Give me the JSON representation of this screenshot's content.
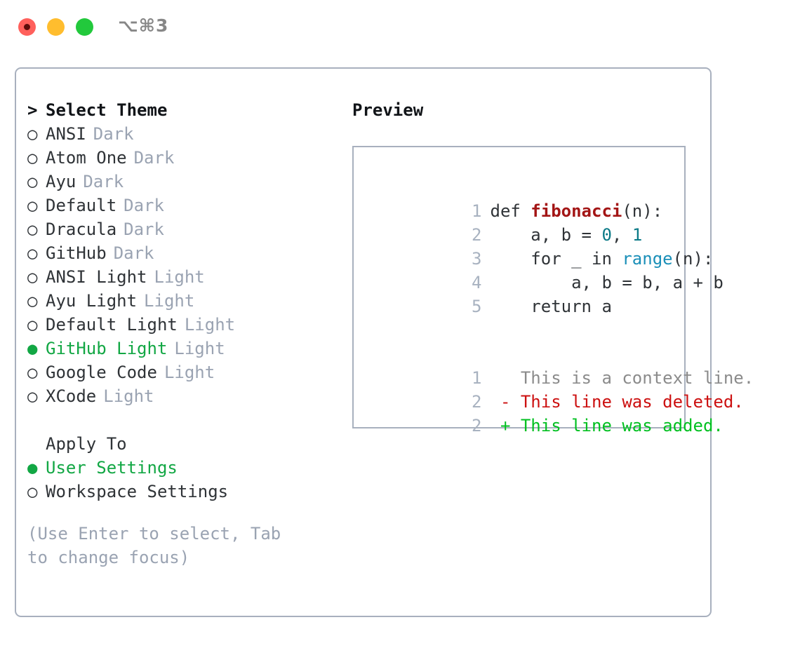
{
  "titlebar": {
    "shortcut": "⌥⌘3",
    "lights": [
      "close",
      "minimize",
      "maximize"
    ]
  },
  "left": {
    "header": {
      "prompt": ">",
      "label": "Select Theme"
    },
    "markers": {
      "selected": "●",
      "unselected": "○"
    },
    "themes": [
      {
        "name": "ANSI",
        "variant": "Dark",
        "selected": false
      },
      {
        "name": "Atom One",
        "variant": "Dark",
        "selected": false
      },
      {
        "name": "Ayu",
        "variant": "Dark",
        "selected": false
      },
      {
        "name": "Default",
        "variant": "Dark",
        "selected": false
      },
      {
        "name": "Dracula",
        "variant": "Dark",
        "selected": false
      },
      {
        "name": "GitHub",
        "variant": "Dark",
        "selected": false
      },
      {
        "name": "ANSI Light",
        "variant": "Light",
        "selected": false
      },
      {
        "name": "Ayu Light",
        "variant": "Light",
        "selected": false
      },
      {
        "name": "Default Light",
        "variant": "Light",
        "selected": false
      },
      {
        "name": "GitHub Light",
        "variant": "Light",
        "selected": true
      },
      {
        "name": "Google Code",
        "variant": "Light",
        "selected": false
      },
      {
        "name": "XCode",
        "variant": "Light",
        "selected": false
      }
    ],
    "apply_to": {
      "header": "Apply To",
      "options": [
        {
          "label": "User Settings",
          "selected": true
        },
        {
          "label": "Workspace Settings",
          "selected": false
        }
      ]
    },
    "hint": "(Use Enter to select, Tab to change focus)"
  },
  "right": {
    "title": "Preview",
    "code": [
      {
        "no": "1",
        "segments": [
          {
            "text": "def ",
            "style": "plain"
          },
          {
            "text": "fibonacci",
            "style": "fn"
          },
          {
            "text": "(n):",
            "style": "plain"
          }
        ]
      },
      {
        "no": "2",
        "segments": [
          {
            "text": "    a, b = ",
            "style": "plain"
          },
          {
            "text": "0",
            "style": "num"
          },
          {
            "text": ", ",
            "style": "plain"
          },
          {
            "text": "1",
            "style": "num"
          }
        ]
      },
      {
        "no": "3",
        "segments": [
          {
            "text": "    for _ in ",
            "style": "plain"
          },
          {
            "text": "range",
            "style": "call"
          },
          {
            "text": "(n):",
            "style": "plain"
          }
        ]
      },
      {
        "no": "4",
        "segments": [
          {
            "text": "        a, b = b, a + b",
            "style": "plain"
          }
        ]
      },
      {
        "no": "5",
        "segments": [
          {
            "text": "    return a",
            "style": "plain"
          }
        ]
      }
    ],
    "diff": [
      {
        "no": "1",
        "sign": " ",
        "text": "This is a context line.",
        "kind": "ctx"
      },
      {
        "no": "2",
        "sign": "-",
        "text": "This line was deleted.",
        "kind": "del"
      },
      {
        "no": "2",
        "sign": "+",
        "text": "This line was added.",
        "kind": "add"
      }
    ]
  },
  "colors": {
    "selected_green": "#12a744",
    "diff_delete": "#cc1010",
    "diff_add": "#00c020",
    "muted": "#9aa3b2",
    "border": "#a8b0be",
    "fn": "#a31515",
    "num": "#0b7a87",
    "call": "#1a8fb8"
  }
}
